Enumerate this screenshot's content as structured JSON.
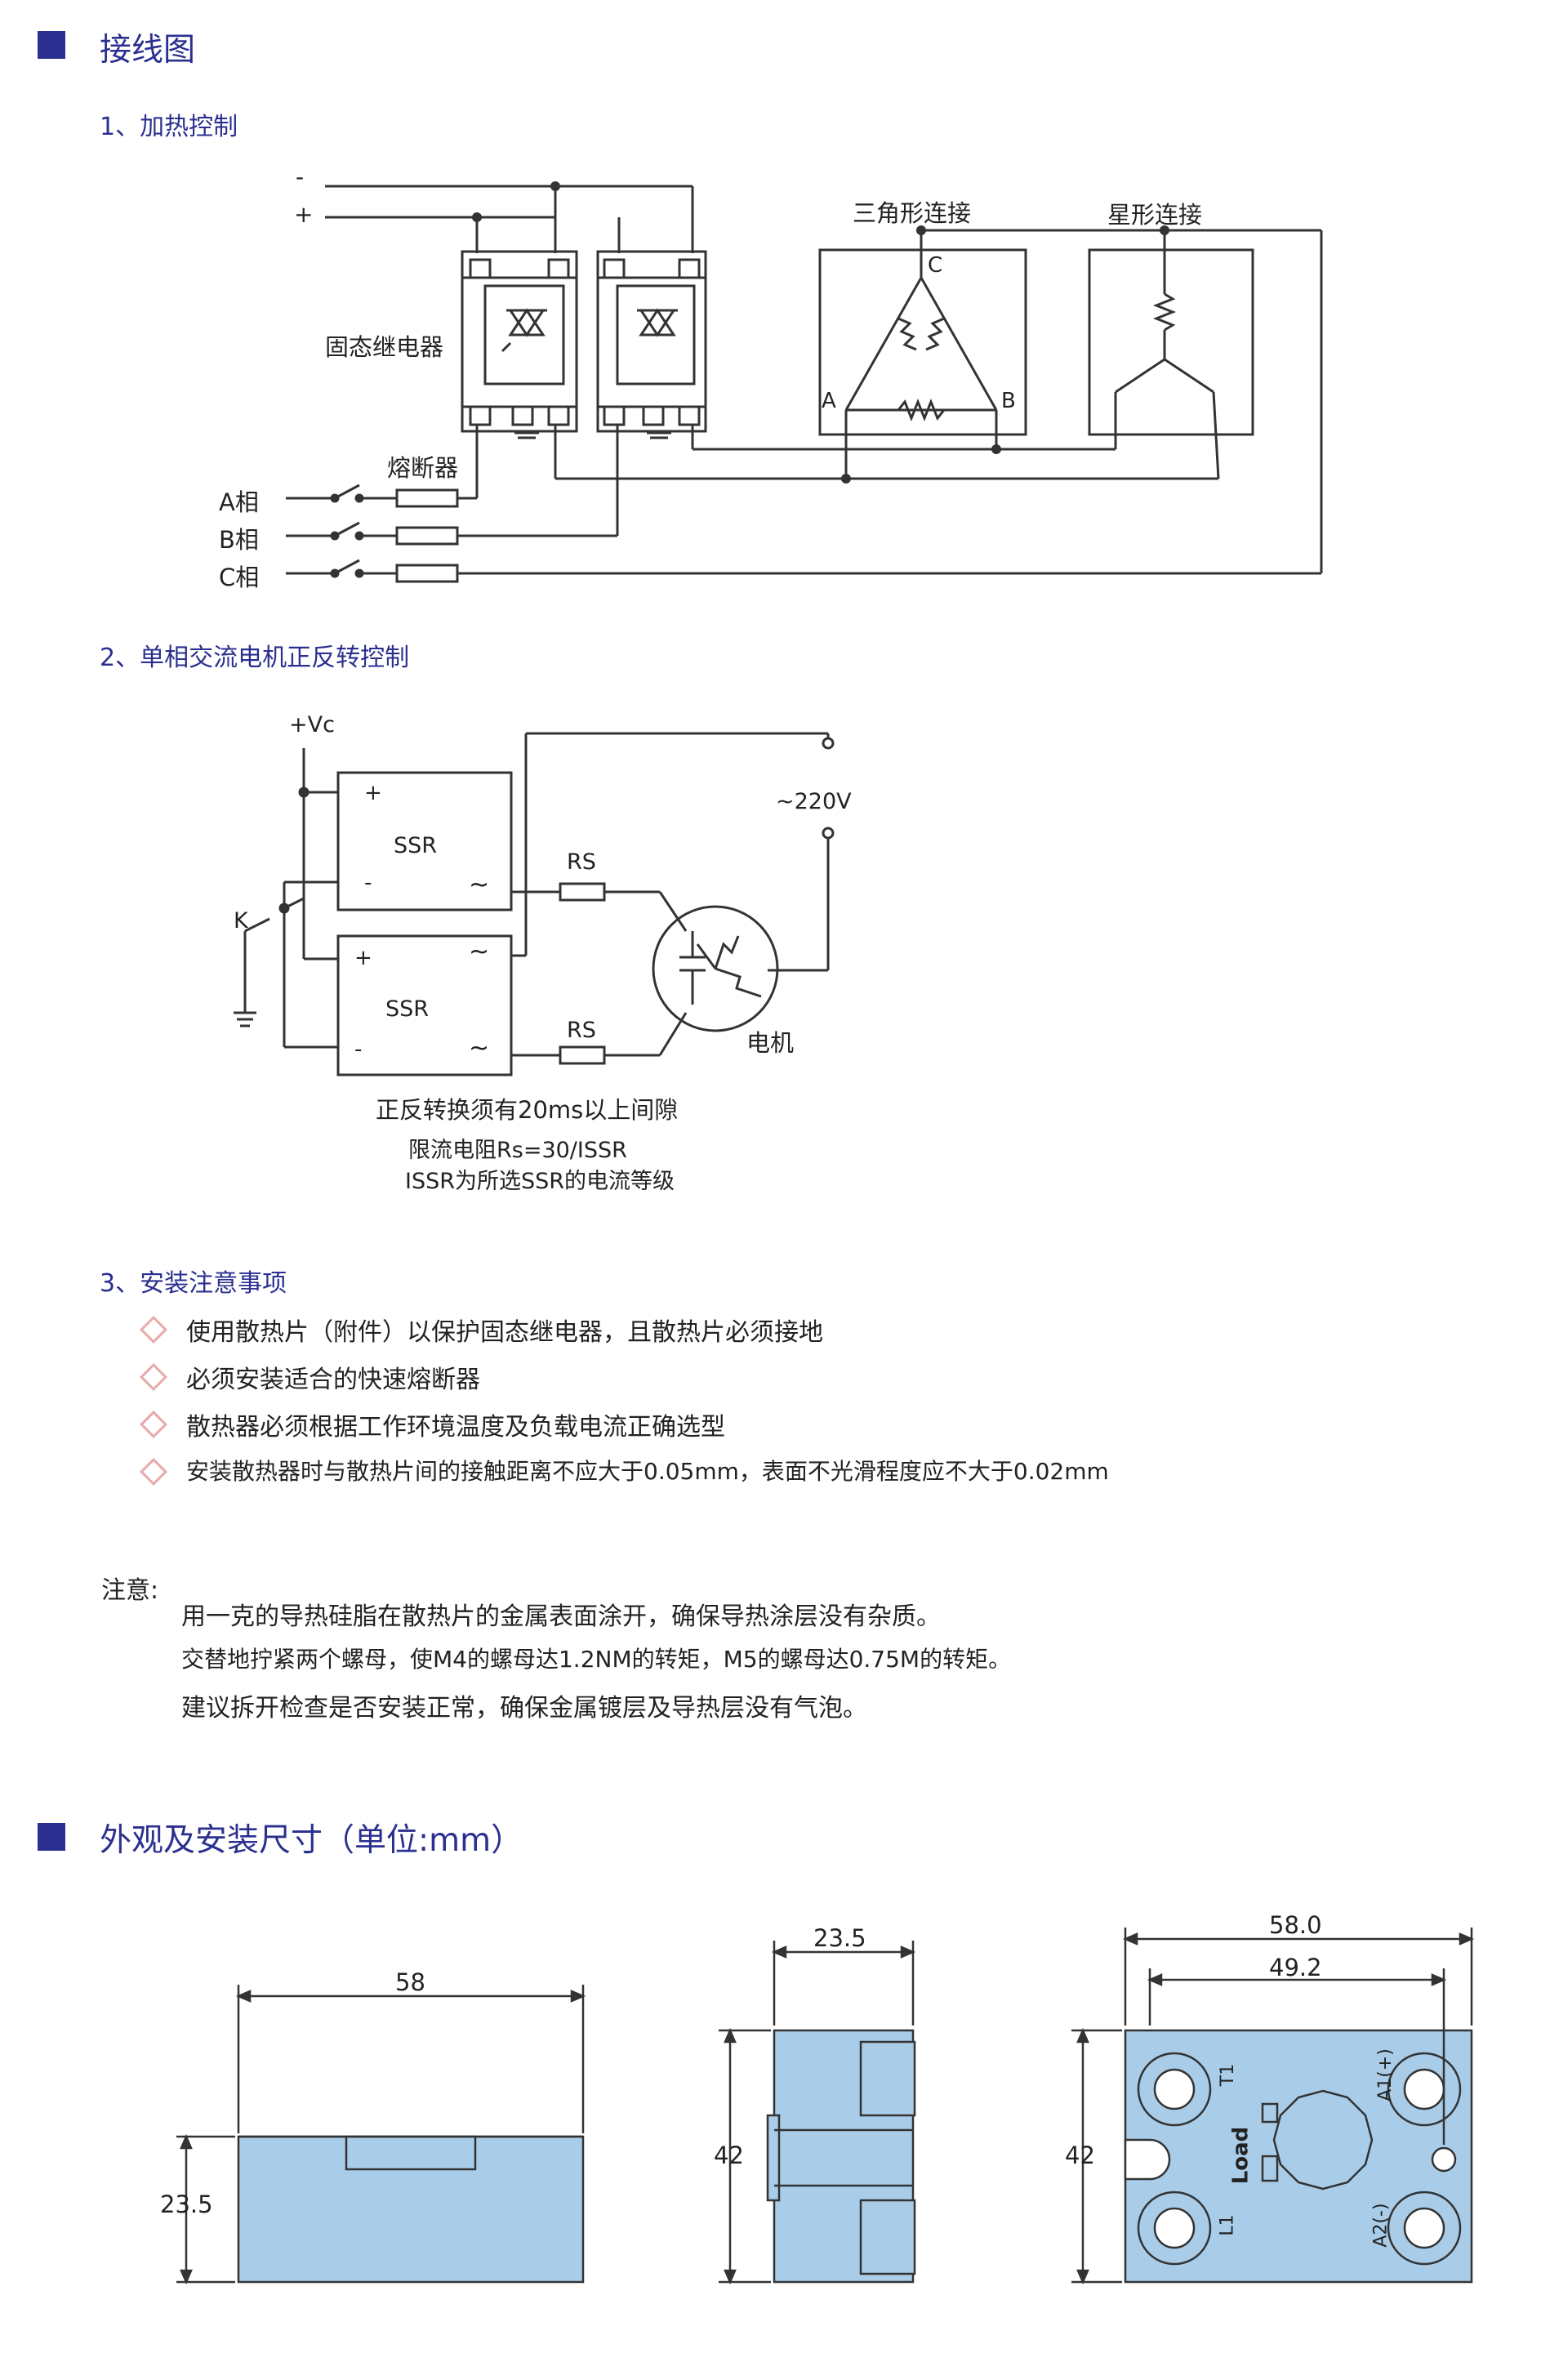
{
  "section1": {
    "title": "接线图"
  },
  "wiring1": {
    "title": "1、加热控制",
    "minus": "-",
    "plus": "+",
    "relay_label": "固态继电器",
    "fuse_label": "熔断器",
    "phase_a": "A相",
    "phase_b": "B相",
    "phase_c": "C相",
    "delta_label": "三角形连接",
    "star_label": "星形连接",
    "node_a": "A",
    "node_b": "B",
    "node_c": "C"
  },
  "wiring2": {
    "title": "2、单相交流电机正反转控制",
    "vc": "+Vc",
    "ac": "~220V",
    "ssr": "SSR",
    "rs": "RS",
    "k": "K",
    "plus": "+",
    "minus": "-",
    "tilde": "~",
    "motor": "电机",
    "note1": "正反转换须有20ms以上间隙",
    "note2": "限流电阻Rs=30/ISSR",
    "note3": "ISSR为所选SSR的电流等级"
  },
  "install": {
    "title": "3、安装注意事项",
    "items": [
      "使用散热片（附件）以保护固态继电器，且散热片必须接地",
      "必须安装适合的快速熔断器",
      "散热器必须根据工作环境温度及负载电流正确选型",
      "安装散热器时与散热片间的接触距离不应大于0.05mm，表面不光滑程度应不大于0.02mm"
    ]
  },
  "notes": {
    "label": "注意:",
    "lines": [
      "用一克的导热硅脂在散热片的金属表面涂开，确保导热涂层没有杂质。",
      "交替地拧紧两个螺母，使M4的螺母达1.2NM的转矩，M5的螺母达0.75M的转矩。",
      "建议拆开检查是否安装正常，确保金属镀层及导热层没有气泡。"
    ]
  },
  "section2": {
    "title": "外观及安装尺寸（单位:mm）"
  },
  "dims": {
    "front_width": "58",
    "front_height": "23.5",
    "side_width": "23.5",
    "side_height": "42",
    "top_width_outer": "58.0",
    "top_width_inner": "49.2",
    "top_height": "42",
    "t1": "T1",
    "l1": "L1",
    "a1": "A1(+)",
    "a2": "A2(-)",
    "load": "Load"
  },
  "colors": {
    "accent": "#2b2f8f",
    "body": "#a9cde9",
    "diamond": "#e8a9a9"
  }
}
